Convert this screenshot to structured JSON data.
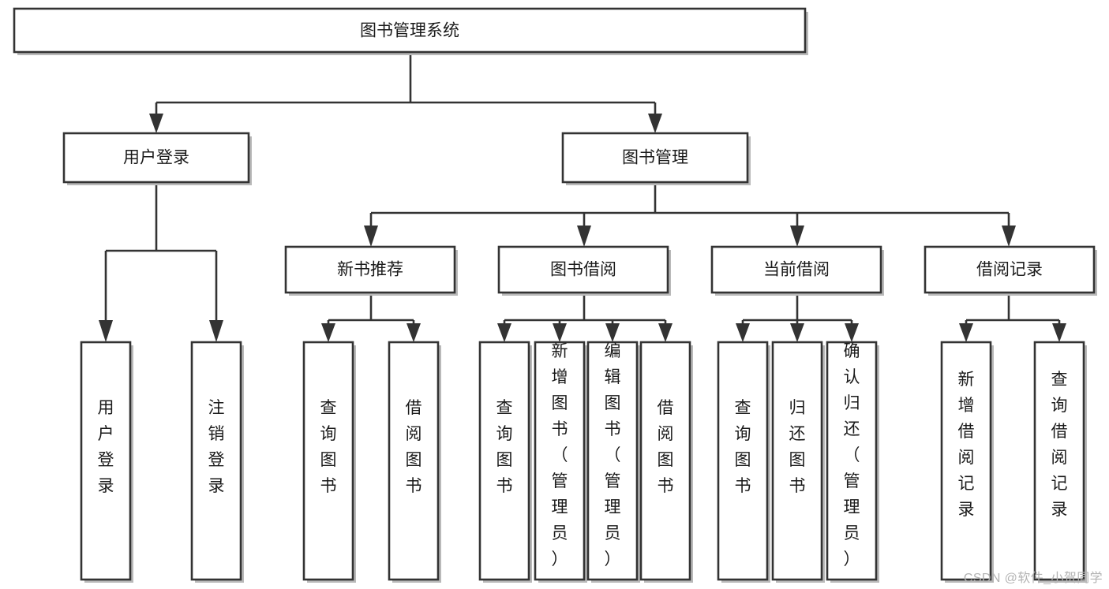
{
  "diagram": {
    "type": "tree",
    "title_node": "图书管理系统",
    "watermark": "CSDN @软件_小贺同学",
    "colors": {
      "border": "#333333",
      "fill": "#ffffff",
      "text": "#1a1a1a",
      "watermark": "#b3b3b3"
    },
    "nodes": {
      "root": {
        "label": "图书管理系统",
        "orientation": "horizontal"
      },
      "level2": [
        {
          "label": "用户登录",
          "orientation": "horizontal"
        },
        {
          "label": "图书管理",
          "orientation": "horizontal"
        }
      ],
      "level3": [
        {
          "label": "新书推荐",
          "orientation": "horizontal"
        },
        {
          "label": "图书借阅",
          "orientation": "horizontal"
        },
        {
          "label": "当前借阅",
          "orientation": "horizontal"
        },
        {
          "label": "借阅记录",
          "orientation": "horizontal"
        }
      ],
      "leaves_user_login": [
        {
          "label": "用户登录",
          "orientation": "vertical"
        },
        {
          "label": "注销登录",
          "orientation": "vertical"
        }
      ],
      "leaves_new_book": [
        {
          "label": "查询图书",
          "orientation": "vertical"
        },
        {
          "label": "借阅图书",
          "orientation": "vertical"
        }
      ],
      "leaves_borrow": [
        {
          "label": "查询图书",
          "orientation": "vertical"
        },
        {
          "label": "新增图书（管理员）",
          "orientation": "vertical"
        },
        {
          "label": "编辑图书（管理员）",
          "orientation": "vertical"
        },
        {
          "label": "借阅图书",
          "orientation": "vertical"
        }
      ],
      "leaves_current": [
        {
          "label": "查询图书",
          "orientation": "vertical"
        },
        {
          "label": "归还图书",
          "orientation": "vertical"
        },
        {
          "label": "确认归还（管理员）",
          "orientation": "vertical"
        }
      ],
      "leaves_records": [
        {
          "label": "新增借阅记录",
          "orientation": "vertical"
        },
        {
          "label": "查询借阅记录",
          "orientation": "vertical"
        }
      ]
    },
    "edges": [
      {
        "from": "图书管理系统",
        "to": "用户登录"
      },
      {
        "from": "图书管理系统",
        "to": "图书管理"
      },
      {
        "from": "用户登录",
        "to": "用户登录"
      },
      {
        "from": "用户登录",
        "to": "注销登录"
      },
      {
        "from": "图书管理",
        "to": "新书推荐"
      },
      {
        "from": "图书管理",
        "to": "图书借阅"
      },
      {
        "from": "图书管理",
        "to": "当前借阅"
      },
      {
        "from": "图书管理",
        "to": "借阅记录"
      },
      {
        "from": "新书推荐",
        "to": "查询图书"
      },
      {
        "from": "新书推荐",
        "to": "借阅图书"
      },
      {
        "from": "图书借阅",
        "to": "查询图书"
      },
      {
        "from": "图书借阅",
        "to": "新增图书（管理员）"
      },
      {
        "from": "图书借阅",
        "to": "编辑图书（管理员）"
      },
      {
        "from": "图书借阅",
        "to": "借阅图书"
      },
      {
        "from": "当前借阅",
        "to": "查询图书"
      },
      {
        "from": "当前借阅",
        "to": "归还图书"
      },
      {
        "from": "当前借阅",
        "to": "确认归还（管理员）"
      },
      {
        "from": "借阅记录",
        "to": "新增借阅记录"
      },
      {
        "from": "借阅记录",
        "to": "查询借阅记录"
      }
    ]
  }
}
